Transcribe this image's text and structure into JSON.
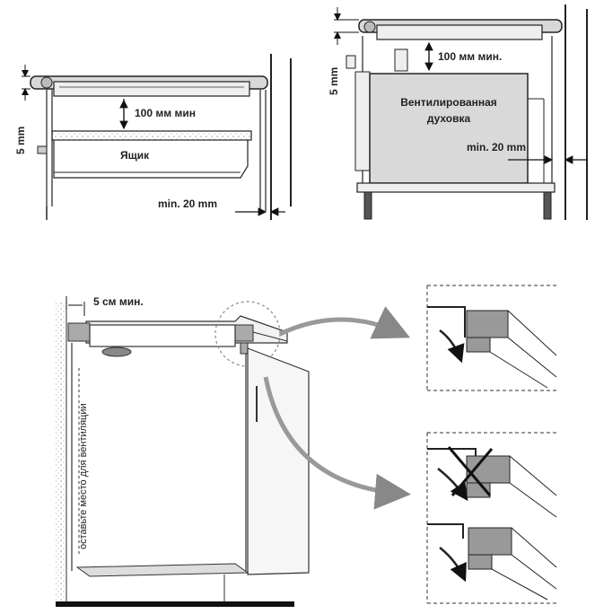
{
  "diagram": {
    "top_left": {
      "gap_label": "100 мм мин",
      "thickness_label": "5 mm",
      "drawer_label": "Ящик",
      "wall_gap_label": "min. 20 mm"
    },
    "top_right": {
      "gap_label": "100 мм мин.",
      "thickness_label": "5 mm",
      "oven_label_line1": "Вентилированная",
      "oven_label_line2": "духовка",
      "wall_gap_label": "min. 20 mm"
    },
    "bottom": {
      "wall_gap_label": "5 см мин.",
      "vent_label": "оставьте место для вентиляции"
    }
  }
}
